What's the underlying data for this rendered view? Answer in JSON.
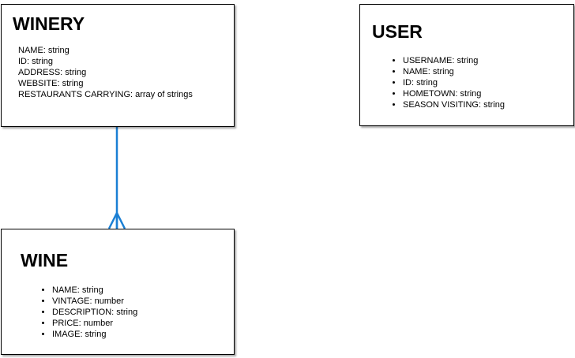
{
  "connector_color": "#1a7fd4",
  "entities": {
    "winery": {
      "title": "WINERY",
      "fields": [
        "NAME: string",
        "ID: string",
        "ADDRESS: string",
        "WEBSITE: string",
        "RESTAURANTS CARRYING: array of strings"
      ]
    },
    "user": {
      "title": "USER",
      "fields": [
        "USERNAME: string",
        "NAME: string",
        "ID: string",
        "HOMETOWN: string",
        "SEASON VISITING: string"
      ]
    },
    "wine": {
      "title": "WINE",
      "fields": [
        "NAME: string",
        "VINTAGE: number",
        "DESCRIPTION: string",
        "PRICE: number",
        "IMAGE: string"
      ]
    }
  }
}
